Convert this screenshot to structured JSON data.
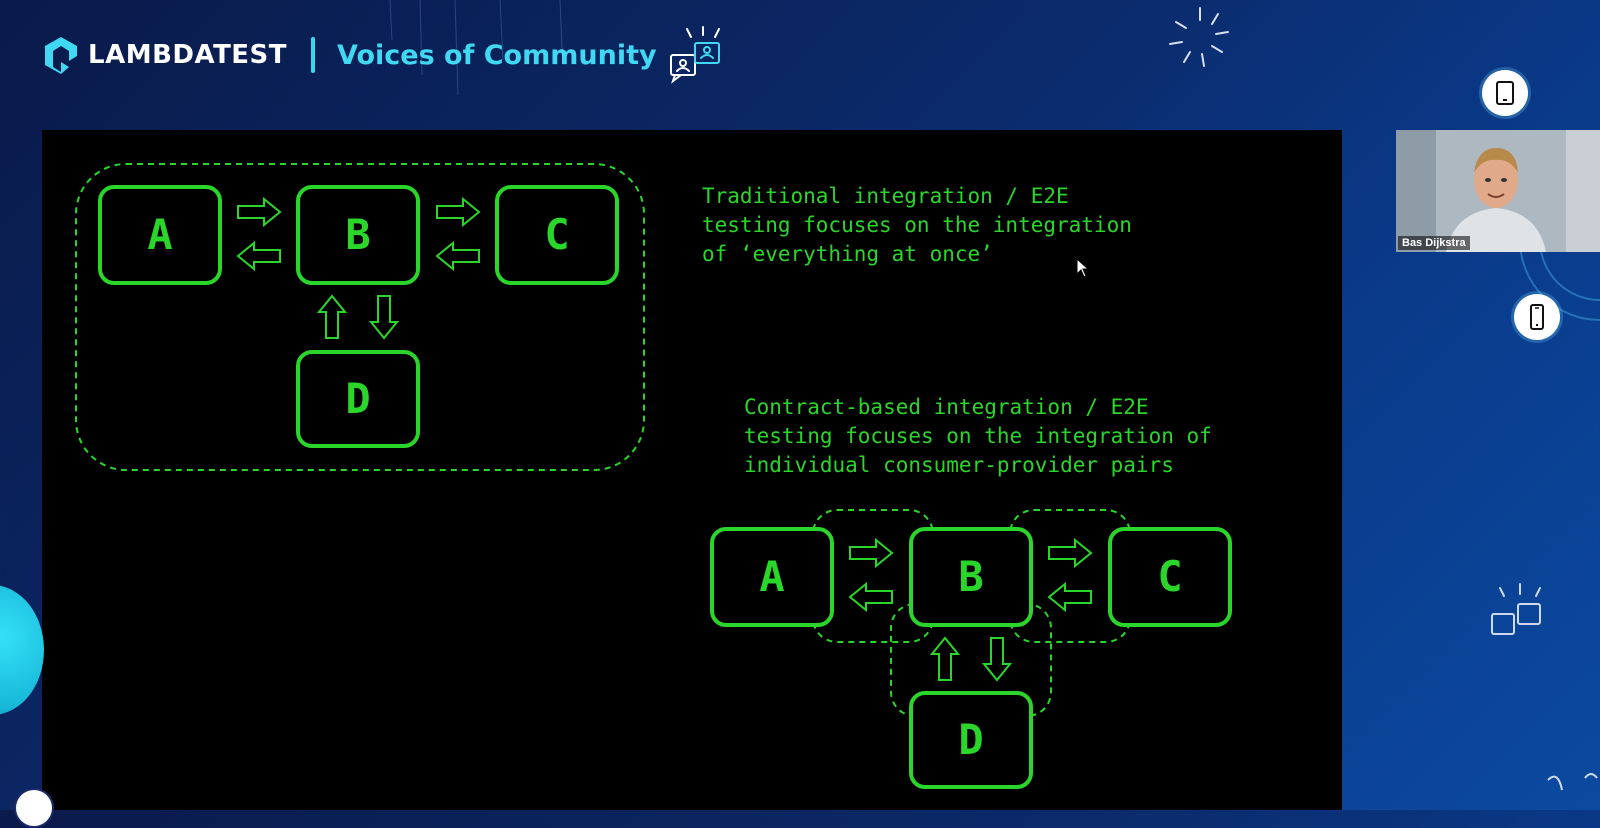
{
  "header": {
    "brand": "LAMBDATEST",
    "event_title": "Voices of Community"
  },
  "slide": {
    "top_text": "Traditional integration / E2E\ntesting focuses on the integration\nof ‘everything at once’",
    "bottom_text": "Contract-based integration / E2E\ntesting focuses on the integration of\nindividual consumer-provider pairs",
    "nodes": {
      "a": "A",
      "b": "B",
      "c": "C",
      "d": "D"
    },
    "accent_color": "#2ad62a"
  },
  "webcam": {
    "speaker_name": "Bas Dijkstra"
  },
  "icons": {
    "brand_logo": "lambdatest-logo-icon",
    "chat": "chat-bubbles-icon",
    "tablet": "tablet-icon",
    "phone": "phone-icon",
    "cursor": "cursor-icon"
  },
  "colors": {
    "background": "#0b2a6a",
    "brand_cyan": "#41d8f3",
    "slide_bg": "#000000"
  }
}
